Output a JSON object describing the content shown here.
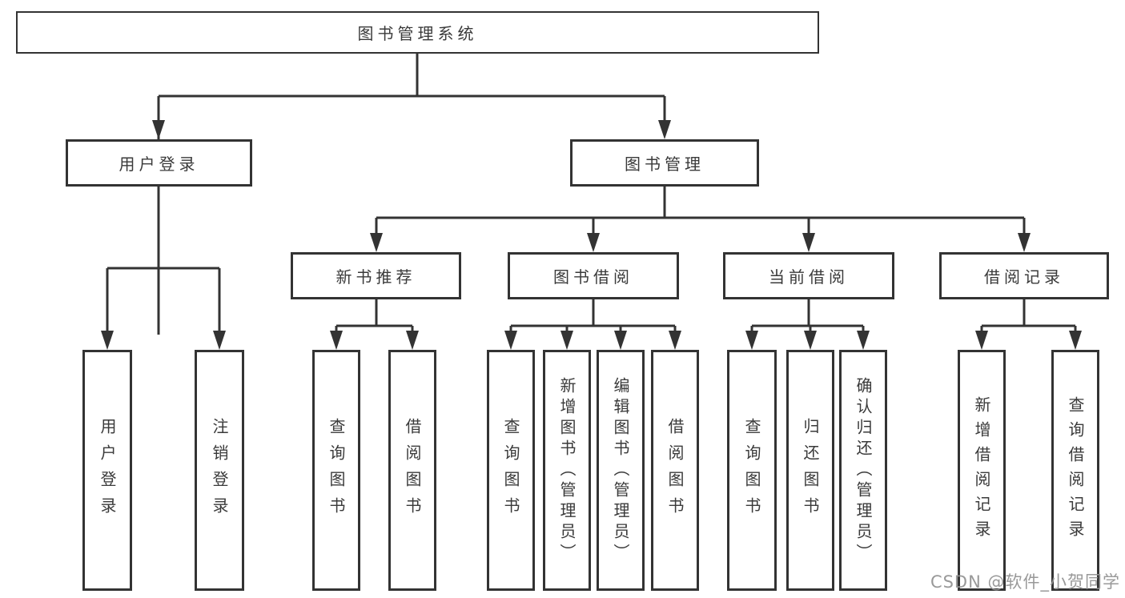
{
  "diagram_title": "图书管理系统",
  "nodes": {
    "root": "图书管理系统",
    "user_login": "用户登录",
    "book_management": "图书管理",
    "new_book_recommend": "新书推荐",
    "book_borrow": "图书借阅",
    "current_borrow": "当前借阅",
    "borrow_records": "借阅记录",
    "leaf_user_login": "用户登录",
    "leaf_logout": "注销登录",
    "leaf_query_books_recommend": "查询图书",
    "leaf_borrow_books_recommend": "借阅图书",
    "leaf_query_books_borrow": "查询图书",
    "leaf_add_books_admin": "新增图书（管理员）",
    "leaf_edit_books_admin": "编辑图书（管理员）",
    "leaf_borrow_books_borrow": "借阅图书",
    "leaf_query_books_current": "查询图书",
    "leaf_return_books": "归还图书",
    "leaf_confirm_return_admin": "确认归还（管理员）",
    "leaf_add_borrow_record": "新增借阅记录",
    "leaf_query_borrow_record": "查询借阅记录"
  },
  "watermark": "CSDN @软件_小贺同学",
  "colors": {
    "line": "#333333",
    "box_border": "#333333",
    "text": "#3a3a3a",
    "watermark": "#949494",
    "background": "#ffffff"
  }
}
